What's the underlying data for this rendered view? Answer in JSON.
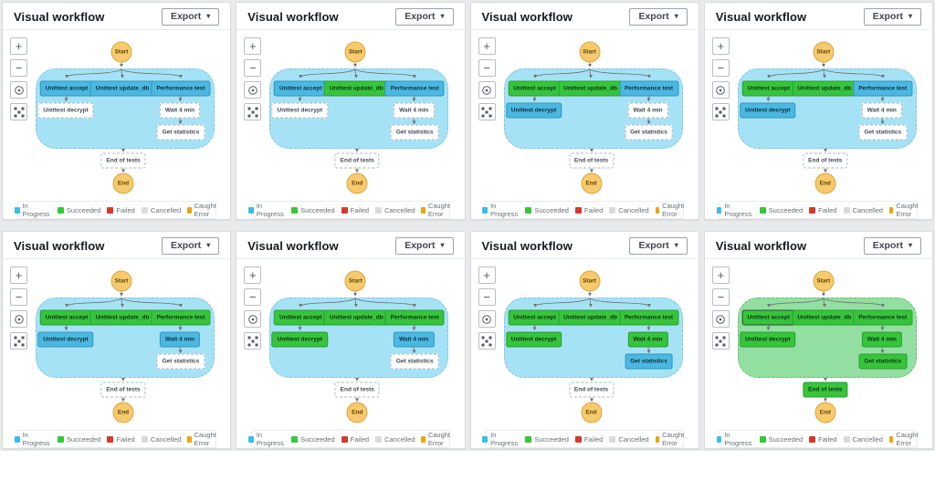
{
  "panel": {
    "title": "Visual workflow",
    "export_label": "Export",
    "export_caret": "▾",
    "controls": {
      "zoom_in_glyph": "+",
      "zoom_out_glyph": "−"
    }
  },
  "workflow": {
    "labels": {
      "start": "Start",
      "accept": "Unittest accept",
      "update_db": "Unittest update_db",
      "performance": "Performance test",
      "decrypt": "Unittest decrypt",
      "wait": "Wait 4 min",
      "stats": "Get statistics",
      "end_of_tests": "End of tests",
      "end": "End"
    }
  },
  "legend": {
    "items": [
      {
        "label": "In Progress",
        "color": "#3dbde6"
      },
      {
        "label": "Succeeded",
        "color": "#37c837"
      },
      {
        "label": "Failed",
        "color": "#d6392b"
      },
      {
        "label": "Cancelled",
        "color": "#d8dcdc"
      },
      {
        "label": "Caught Error",
        "color": "#f0a20c"
      }
    ]
  },
  "state_colors": {
    "in_progress": "#4cb8e0",
    "in_progress_border": "#2b97bf",
    "in_progress_text": "#0e2f40",
    "succeeded": "#37c43c",
    "succeeded_border": "#23a12e",
    "succeeded_text": "#0c3413",
    "pending_border": "#aeb4b9",
    "pending_text": "#434b54",
    "container_in_progress": "#a6e2f6",
    "container_in_progress_border": "#85c3da",
    "container_succeeded": "#93dfa1",
    "container_succeeded_border": "#66bd7c",
    "start_end": "#f7ca6d",
    "start_end_border": "#d9a63f",
    "start_end_text": "#5d4708",
    "edge": "#6b7178"
  },
  "panels": [
    {
      "states": {
        "container": "in-progress",
        "accept": "in-progress",
        "update_db": "in-progress",
        "performance": "in-progress",
        "decrypt": "pending",
        "wait": "pending",
        "stats": "pending",
        "end_of_tests": "pending"
      }
    },
    {
      "states": {
        "container": "in-progress",
        "accept": "in-progress",
        "update_db": "succeeded",
        "performance": "in-progress",
        "decrypt": "pending",
        "wait": "pending",
        "stats": "pending",
        "end_of_tests": "pending"
      }
    },
    {
      "states": {
        "container": "in-progress",
        "accept": "succeeded",
        "update_db": "succeeded",
        "performance": "in-progress",
        "decrypt": "in-progress",
        "wait": "pending",
        "stats": "pending",
        "end_of_tests": "pending"
      }
    },
    {
      "states": {
        "container": "in-progress",
        "accept": "succeeded",
        "update_db": "succeeded",
        "performance": "in-progress",
        "decrypt": "in-progress",
        "wait": "pending",
        "stats": "pending",
        "end_of_tests": "pending"
      }
    },
    {
      "states": {
        "container": "in-progress",
        "accept": "succeeded",
        "update_db": "succeeded",
        "performance": "succeeded",
        "decrypt": "in-progress",
        "wait": "in-progress",
        "stats": "pending",
        "end_of_tests": "pending"
      }
    },
    {
      "states": {
        "container": "in-progress",
        "accept": "succeeded",
        "update_db": "succeeded",
        "performance": "succeeded",
        "decrypt": "succeeded",
        "wait": "in-progress",
        "stats": "pending",
        "end_of_tests": "pending"
      }
    },
    {
      "states": {
        "container": "in-progress",
        "accept": "succeeded",
        "update_db": "succeeded",
        "performance": "succeeded",
        "decrypt": "succeeded",
        "wait": "succeeded",
        "stats": "in-progress",
        "end_of_tests": "pending"
      }
    },
    {
      "states": {
        "container": "succeeded",
        "accept": "succeeded-selected",
        "update_db": "succeeded",
        "performance": "succeeded",
        "decrypt": "succeeded",
        "wait": "succeeded",
        "stats": "succeeded",
        "end_of_tests": "succeeded"
      }
    }
  ]
}
